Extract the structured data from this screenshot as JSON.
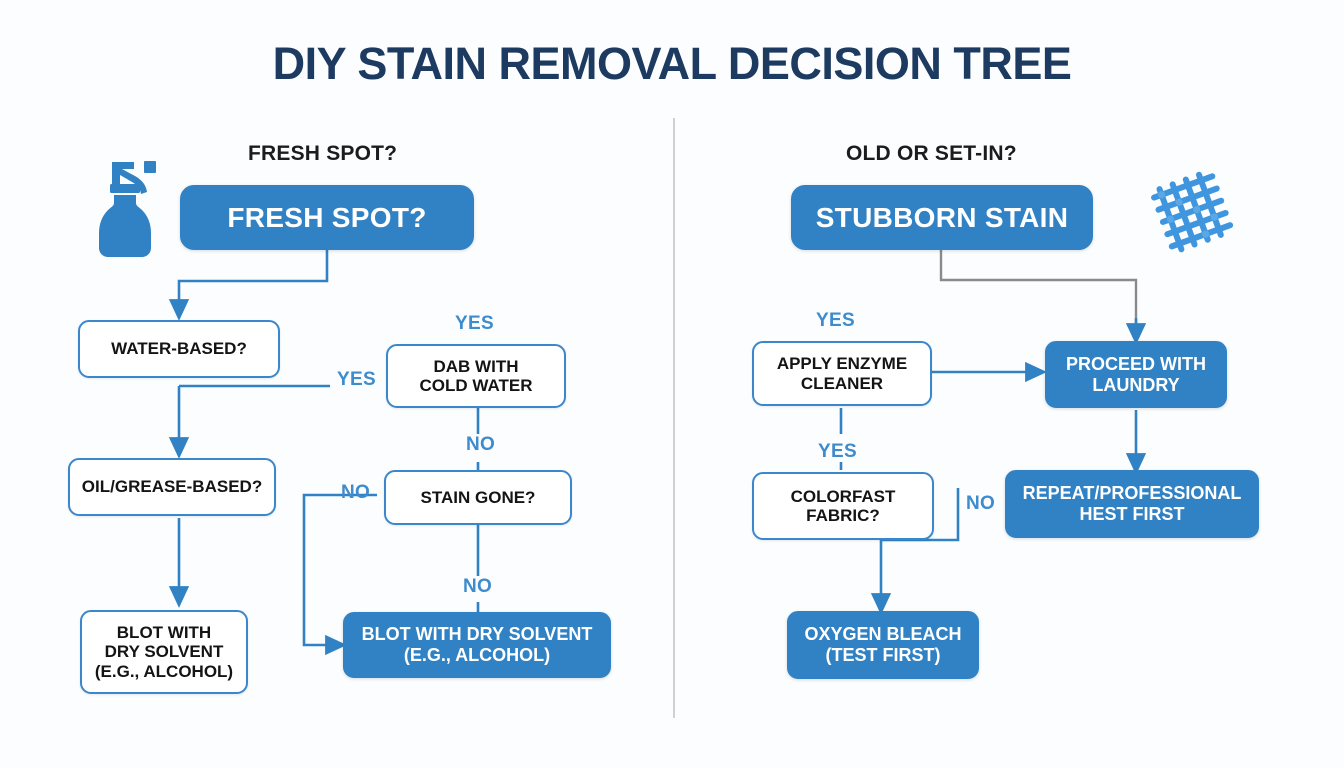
{
  "title": "DIY STAIN REMOVAL DECISION TREE",
  "theme": {
    "background": "#fcfdfe",
    "title_color": "#1d3a60",
    "accent_blue": "#3182c4",
    "border_blue": "#3b87cb",
    "label_blue": "#3e8bcd",
    "gray_connector": "#8a8a8a",
    "divider": "#cdd2d6",
    "node_text_dark": "#141414",
    "node_text_light": "#ffffff"
  },
  "left_column": {
    "header": "FRESH SPOT?",
    "icon": "spray-bottle-icon",
    "nodes": {
      "root": "FRESH SPOT?",
      "water_based": "WATER-BASED?",
      "dab_cold_water": "DAB WITH\nCOLD WATER",
      "oil_grease": "OIL/GREASE-BASED?",
      "stain_gone": "STAIN GONE?",
      "blot_dry_solvent_outlined": "BLOT WITH\nDRY SOLVENT\n(E.G., ALCOHOL)",
      "blot_dry_solvent_filled": "BLOT WITH DRY SOLVENT\n(E.G., ALCOHOL)"
    },
    "edge_labels": {
      "yes_above_dab": "YES",
      "yes_to_dab": "YES",
      "no_below_dab": "NO",
      "no_from_stain_gone_left": "NO",
      "no_below_stain_gone": "NO"
    }
  },
  "right_column": {
    "header": "OLD OR SET-IN?",
    "icon": "fabric-weave-icon",
    "nodes": {
      "root": "STUBBORN STAIN",
      "apply_enzyme": "APPLY ENZYME\nCLEANER",
      "proceed_laundry": "PROCEED WITH\nLAUNDRY",
      "colorfast_fabric": "COLORFAST\nFABRIC?",
      "repeat_professional": "REPEAT/PROFESSIONAL\nHEST FIRST",
      "oxygen_bleach": "OXYGEN BLEACH\n(TEST FIRST)"
    },
    "edge_labels": {
      "yes_above_enzyme": "YES",
      "yes_below_enzyme": "YES",
      "no_to_bleach": "NO"
    }
  }
}
